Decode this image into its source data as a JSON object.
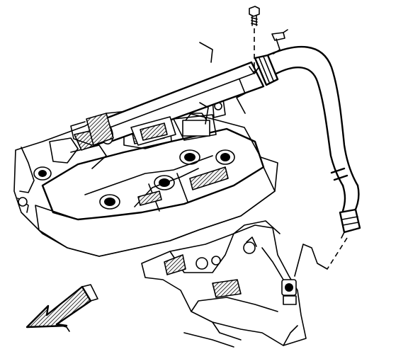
{
  "diagram": {
    "colors": {
      "ink": "#000000",
      "paper": "#ffffff"
    },
    "icons": [
      "bolt-icon",
      "front-direction-arrow-icon"
    ],
    "parts": [
      "mounting-bolt",
      "pipe-bracket",
      "coolant-pipe",
      "hose-clamp",
      "heater-hose",
      "hose-fitting",
      "pipe-flange",
      "engine-head-assembly",
      "exhaust-manifold",
      "manifold-stud"
    ]
  }
}
